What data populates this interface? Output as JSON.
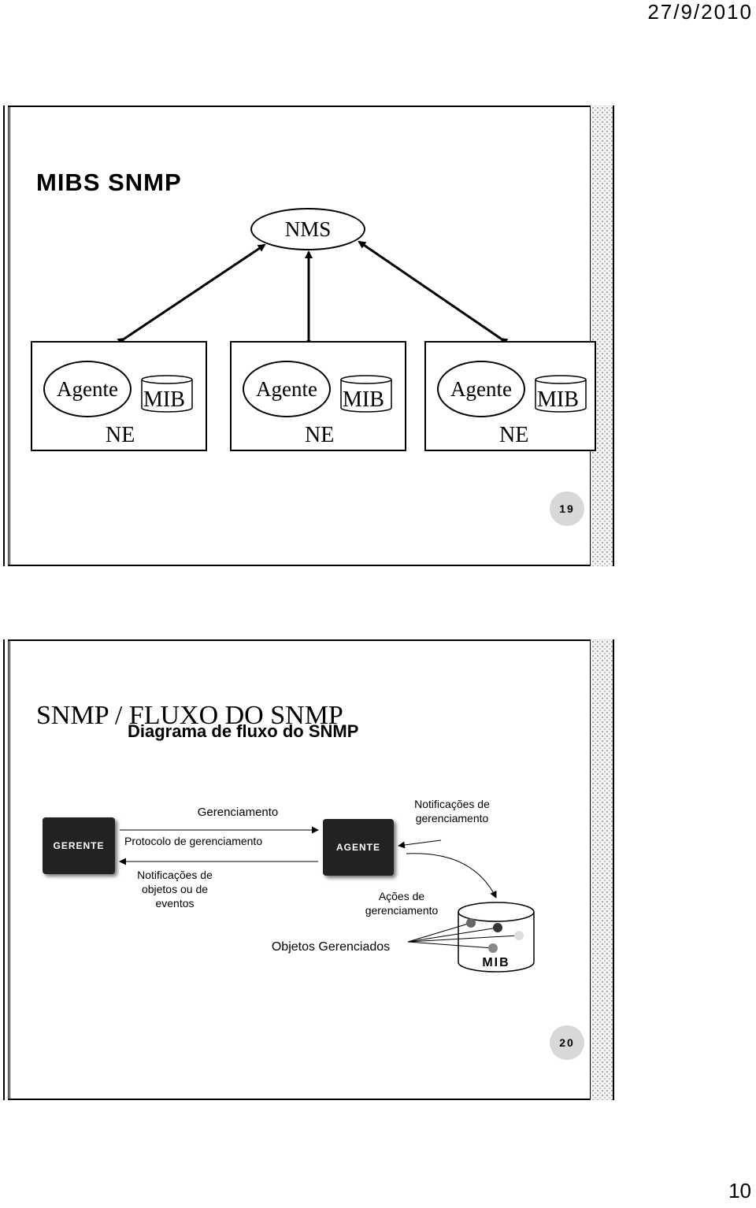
{
  "header": {
    "date": "27/9/2010"
  },
  "footer": {
    "page_number": "10"
  },
  "slide1": {
    "title": "MIBS SNMP",
    "nms_label": "NMS",
    "elements": [
      {
        "agent": "Agente",
        "mib": "MIB",
        "ne": "NE"
      },
      {
        "agent": "Agente",
        "mib": "MIB",
        "ne": "NE"
      },
      {
        "agent": "Agente",
        "mib": "MIB",
        "ne": "NE"
      }
    ],
    "slide_number": "19"
  },
  "slide2": {
    "title": "SNMP / FLUXO DO SNMP",
    "subtitle": "Diagrama de fluxo do SNMP",
    "gerente_label": "GERENTE",
    "agente_label": "AGENTE",
    "gerenciamento": "Gerenciamento",
    "protocolo": "Protocolo de gerenciamento",
    "notificacoes_objetos": "Notificações de objetos ou de eventos",
    "notificacoes_gerenciamento": "Notificações de gerenciamento",
    "acoes": "Ações de gerenciamento",
    "objetos": "Objetos Gerenciados",
    "mib_label": "MIB",
    "slide_number": "20"
  }
}
